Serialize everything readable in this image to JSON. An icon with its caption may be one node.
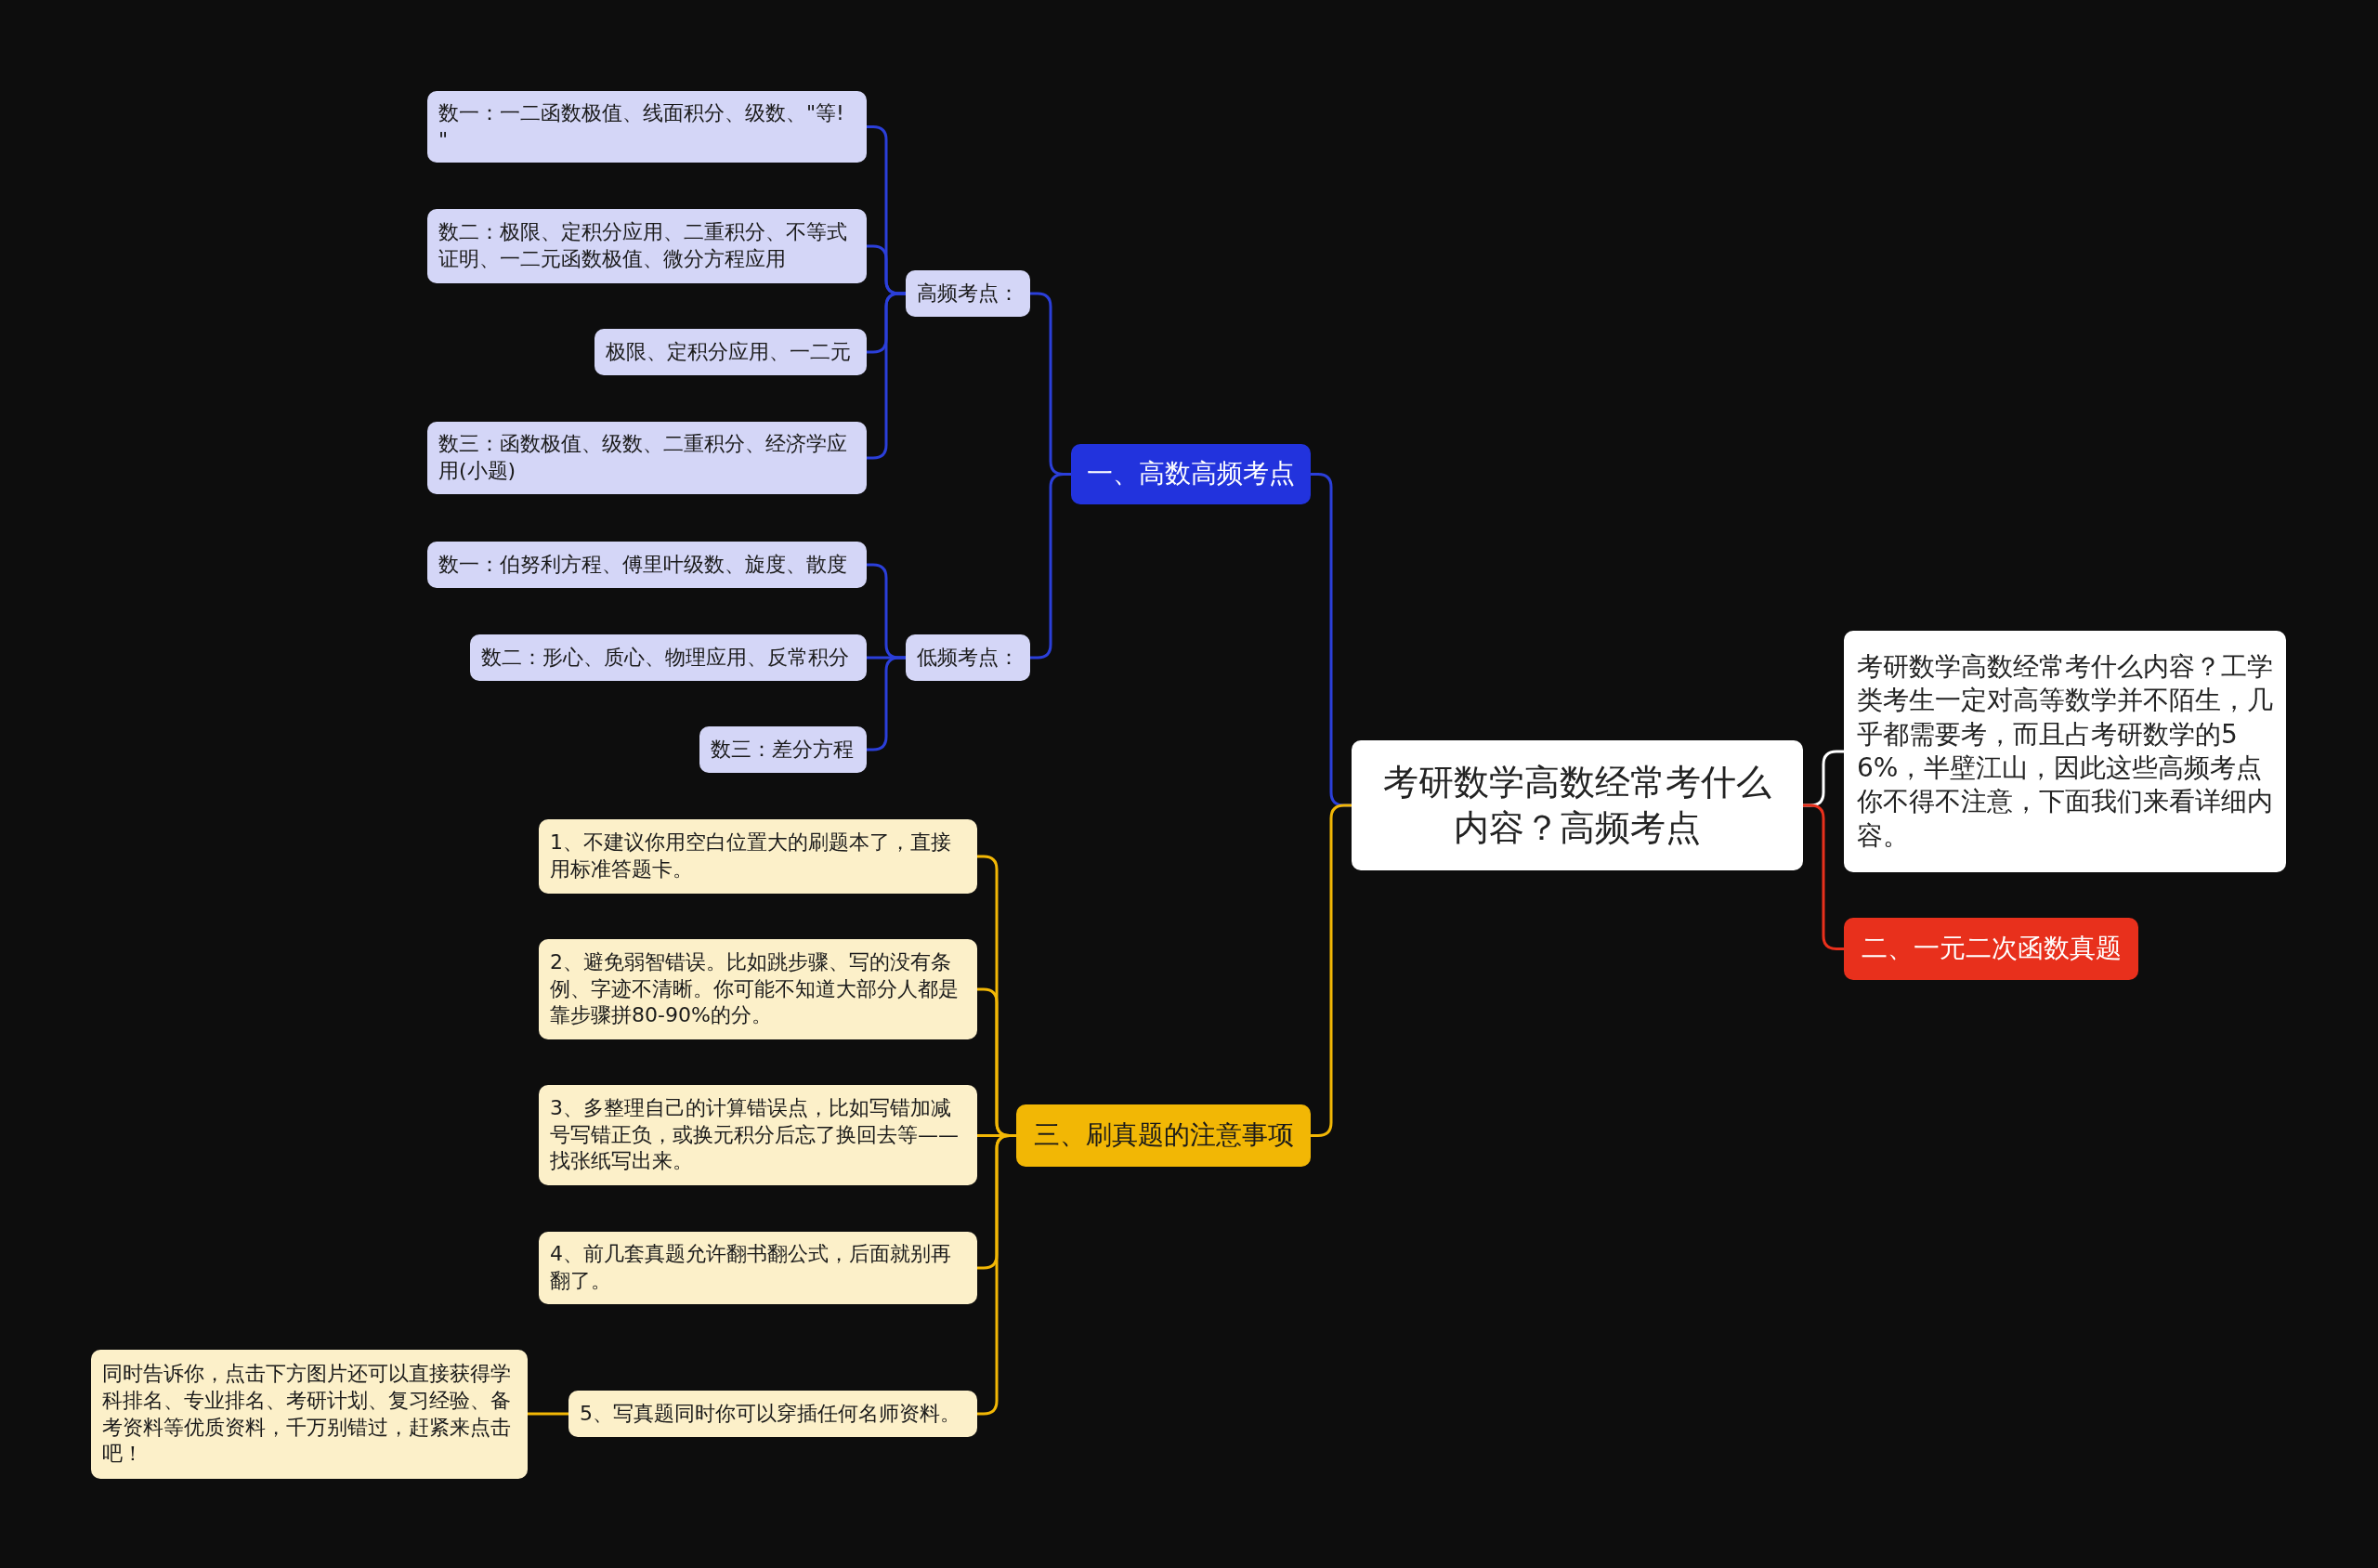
{
  "diagram": {
    "nodes": [
      {
        "text": [
          "考研数学高数经常考什么内容？高频考点"
        ]
      },
      {
        "text": [
          "考研数学高数经常考什么内容？工学类考生一定对高等数学并不陌生，几乎都需要考，而且占考研数学的56%，半壁江山，因此这些高频考点你不得不注意，下面我们来看详细内容。"
        ]
      },
      {
        "text": [
          "二、一元二次函数真题"
        ]
      },
      {
        "text": [
          "一、高数高频考点"
        ]
      },
      {
        "text": [
          "高频考点："
        ]
      },
      {
        "text": [
          "数一：一二函数极值、线面积分、级数、\"等! \""
        ]
      },
      {
        "text": [
          "数二：极限、定积分应用、二重积分、不等式证明、一二元函数极值、微分方程应用"
        ]
      },
      {
        "text": [
          "极限、定积分应用、一二元"
        ]
      },
      {
        "text": [
          "数三：函数极值、级数、二重积分、经济学应用(小题)"
        ]
      },
      {
        "text": [
          "低频考点："
        ]
      },
      {
        "text": [
          "数一：伯努利方程、傅里叶级数、旋度、散度"
        ]
      },
      {
        "text": [
          "数二：形心、质心、物理应用、反常积分"
        ]
      },
      {
        "text": [
          "数三：差分方程"
        ]
      },
      {
        "text": [
          "三、刷真题的注意事项"
        ]
      },
      {
        "text": [
          "1、不建议你用空白位置大的刷题本了，直接用标准答题卡。"
        ]
      },
      {
        "text": [
          "2、避免弱智错误。比如跳步骤、写的没有条例、字迹不清晰。你可能不知道大部分人都是靠步骤拼80-90%的分。"
        ]
      },
      {
        "text": [
          "3、多整理自己的计算错误点，比如写错加减号写错正负，或换元积分后忘了换回去等——找张纸写出来。"
        ]
      },
      {
        "text": [
          "4、前几套真题允许翻书翻公式，后面就别再翻了。"
        ]
      },
      {
        "text": [
          "5、写真题同时你可以穿插任何名师资料。"
        ]
      },
      {
        "text": [
          "同时告诉你，点击下方图片还可以直接获得学科排名、专业排名、考研计划、复习经验、备考资料等优质资料，千万别错过，赶紧来点击吧！"
        ]
      }
    ],
    "edges": [
      {
        "from": 0,
        "to": 1,
        "arrow": "none",
        "color": "#ffffff"
      },
      {
        "from": 0,
        "to": 2,
        "arrow": "none",
        "color": "#e8301c"
      },
      {
        "from": 0,
        "to": 3,
        "arrow": "none"
      },
      {
        "from": 0,
        "to": 13,
        "arrow": "none",
        "color": "#f2b705"
      },
      {
        "from": 3,
        "to": 4,
        "arrow": "none"
      },
      {
        "from": 3,
        "to": 9,
        "arrow": "none"
      },
      {
        "from": 4,
        "to": 5,
        "arrow": "none"
      },
      {
        "from": 4,
        "to": 6,
        "arrow": "none"
      },
      {
        "from": 4,
        "to": 7,
        "arrow": "none"
      },
      {
        "from": 4,
        "to": 8,
        "arrow": "none"
      },
      {
        "from": 9,
        "to": 10,
        "arrow": "none"
      },
      {
        "from": 9,
        "to": 11,
        "arrow": "none"
      },
      {
        "from": 9,
        "to": 12,
        "arrow": "none"
      },
      {
        "from": 13,
        "to": 14,
        "arrow": "none",
        "color": "#f2b705"
      },
      {
        "from": 13,
        "to": 15,
        "arrow": "none",
        "color": "#f2b705"
      },
      {
        "from": 13,
        "to": 16,
        "arrow": "none",
        "color": "#f2b705"
      },
      {
        "from": 13,
        "to": 17,
        "arrow": "none",
        "color": "#f2b705"
      },
      {
        "from": 13,
        "to": 18,
        "arrow": "none",
        "color": "#f2b705"
      },
      {
        "from": 18,
        "to": 19,
        "arrow": "none",
        "color": "#f2b705"
      }
    ]
  }
}
